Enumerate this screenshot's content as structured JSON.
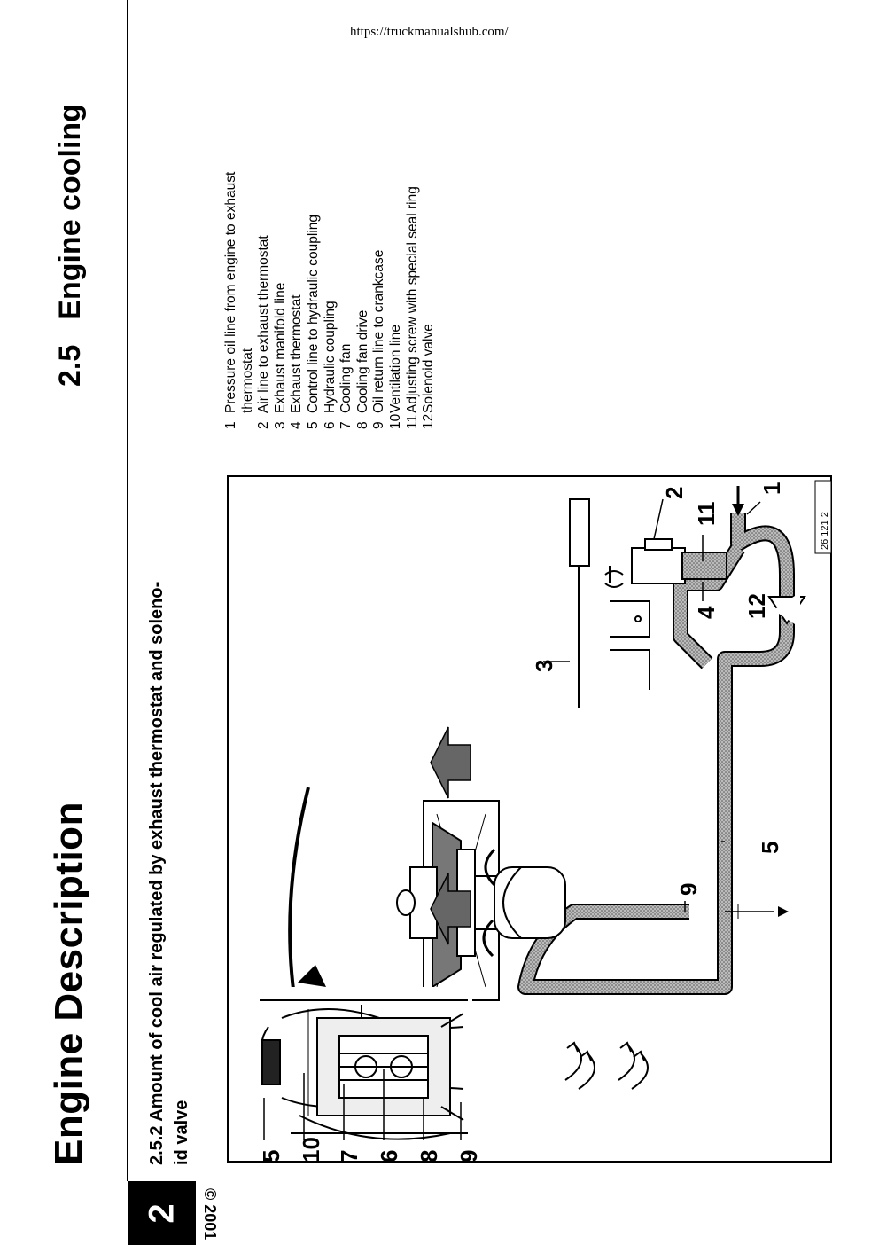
{
  "header": {
    "url": "https://truckmanualshub.com/",
    "main_title": "Engine Description",
    "section_number": "2.5",
    "section_title": "Engine cooling"
  },
  "subsection": {
    "line1": "2.5.2  Amount of cool air regulated by exhaust thermostat and soleno-",
    "line2": "id valve"
  },
  "legend": [
    {
      "n": "1",
      "text": "Pressure oil line from engine to exhaust",
      "cont": "thermostat"
    },
    {
      "n": "2",
      "text": "Air line to exhaust thermostat"
    },
    {
      "n": "3",
      "text": "Exhaust manifold line"
    },
    {
      "n": "4",
      "text": "Exhaust thermostat"
    },
    {
      "n": "5",
      "text": "Control line to hydraulic coupling"
    },
    {
      "n": "6",
      "text": "Hydraulic coupling"
    },
    {
      "n": "7",
      "text": "Cooling fan"
    },
    {
      "n": "8",
      "text": "Cooling fan drive"
    },
    {
      "n": "9",
      "text": "Oil return line to crankcase"
    },
    {
      "n": "10",
      "text": "Ventilation line"
    },
    {
      "n": "11",
      "text": "Adjusting screw with special seal ring"
    },
    {
      "n": "12",
      "text": "Solenoid valve"
    }
  ],
  "figure": {
    "image_ref": "26 121 2",
    "callouts": {
      "c1": "1",
      "c2": "2",
      "c3": "3",
      "c4": "4",
      "c5a": "5",
      "c5b": "5",
      "c6": "6",
      "c7": "7",
      "c8": "8",
      "c9a": "9",
      "c9b": "9",
      "c10": "10",
      "c11": "11",
      "c12": "12"
    }
  },
  "footer": {
    "chapter": "2",
    "copyright": "© 2001"
  }
}
